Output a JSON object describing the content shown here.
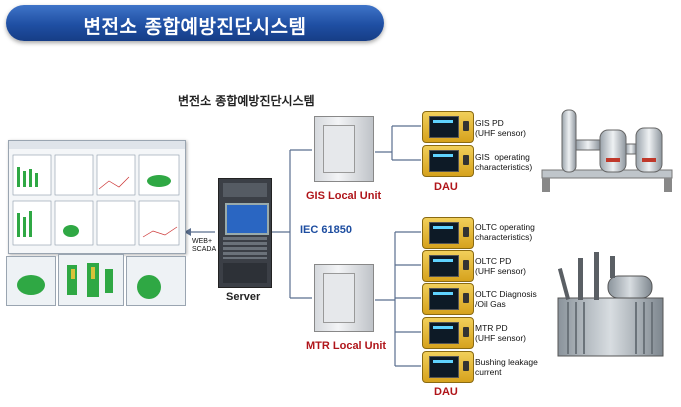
{
  "banner": {
    "title": "변전소 종합예방진단시스템"
  },
  "diagram": {
    "subtitle": "변전소 종합예방진단시스템",
    "server_label": "Server",
    "link_label": "WEB+\nSCADA",
    "protocol_label": "IEC 61850",
    "gis_unit_label": "GIS Local Unit",
    "mtr_unit_label": "MTR Local Unit",
    "dau_label": "DAU",
    "gis_sensors": [
      "GIS PD\n(UHF sensor)",
      "GIS  operating\ncharacteristics)"
    ],
    "mtr_sensors": [
      "OLTC operating\ncharacteristics)",
      "OLTC PD\n(UHF sensor)",
      "OLTC Diagnosis\n/Oil Gas",
      "MTR PD\n(UHF sensor)",
      "Bushing leakage\ncurrent"
    ]
  },
  "colors": {
    "banner": "#1f4fa3",
    "accent_red": "#b0151a",
    "accent_blue": "#1d4da0",
    "dau_gold": "#d6a21d",
    "plot_green": "#2fa844"
  }
}
